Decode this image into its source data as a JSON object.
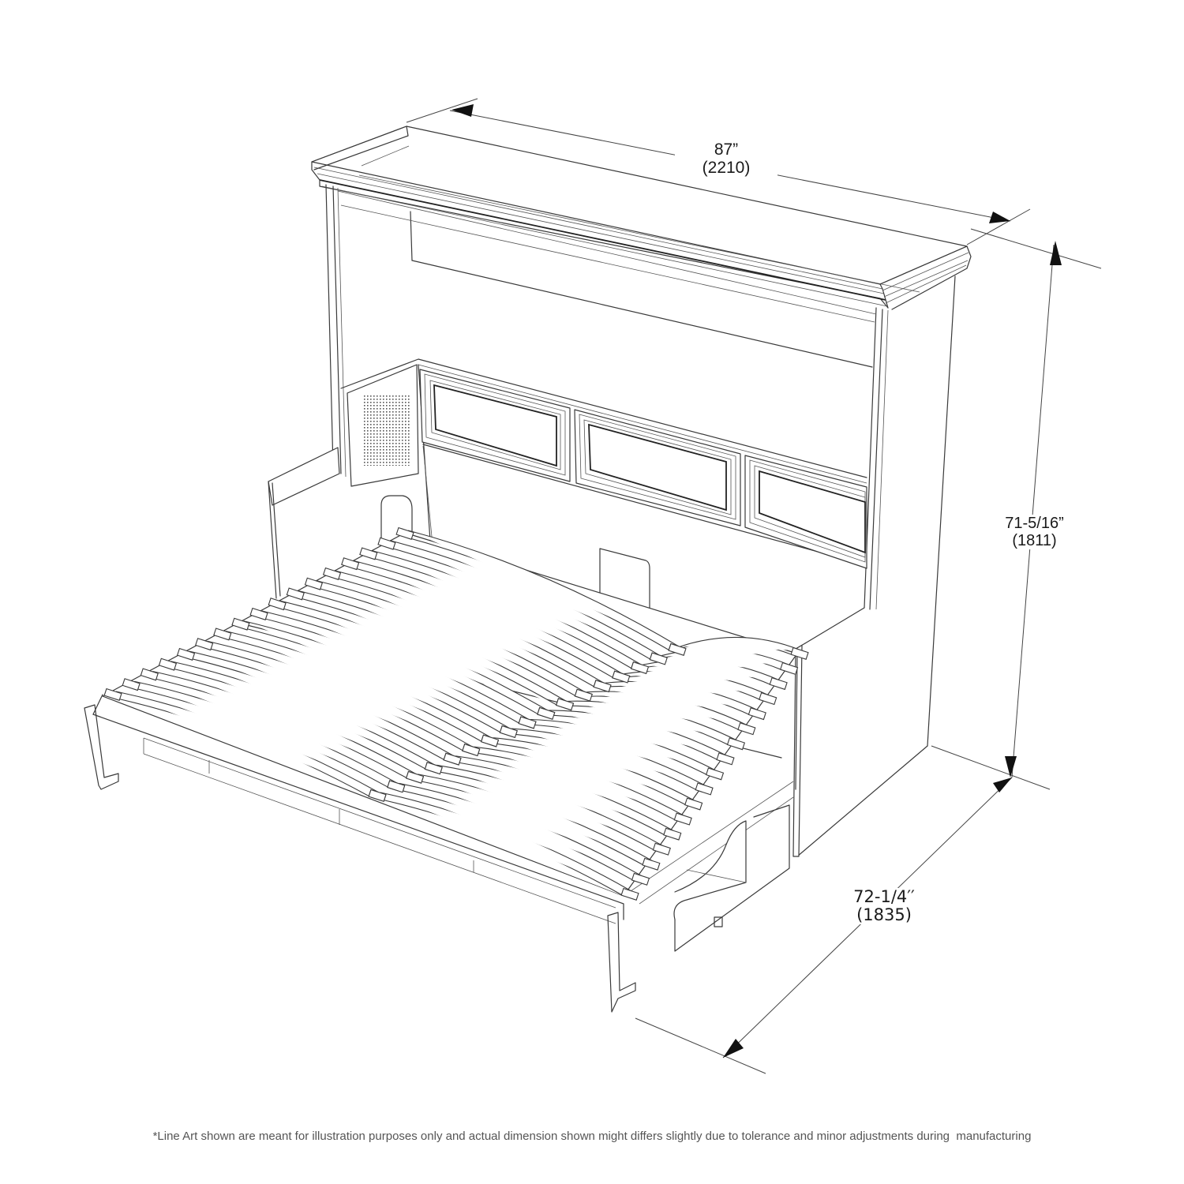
{
  "diagram": {
    "subject": "Murphy bed cabinet with bed open, isometric line art",
    "dimensions": {
      "width": {
        "imperial": "87”",
        "metric": "(2210)"
      },
      "height": {
        "imperial": "71-5/16”",
        "metric": "(1811)"
      },
      "depth": {
        "imperial": "72-1/4′′",
        "metric": "(1835)"
      }
    },
    "headboard_panels": 3,
    "slat_rows": 2,
    "colors": {
      "line": "#3a3a3a",
      "background": "#ffffff",
      "arrow": "#111111",
      "footnote_text": "#555555"
    }
  },
  "footnote": "*Line Art shown are meant for illustration purposes only and actual dimension shown might differs slightly due to tolerance and minor adjustments during  manufacturing"
}
